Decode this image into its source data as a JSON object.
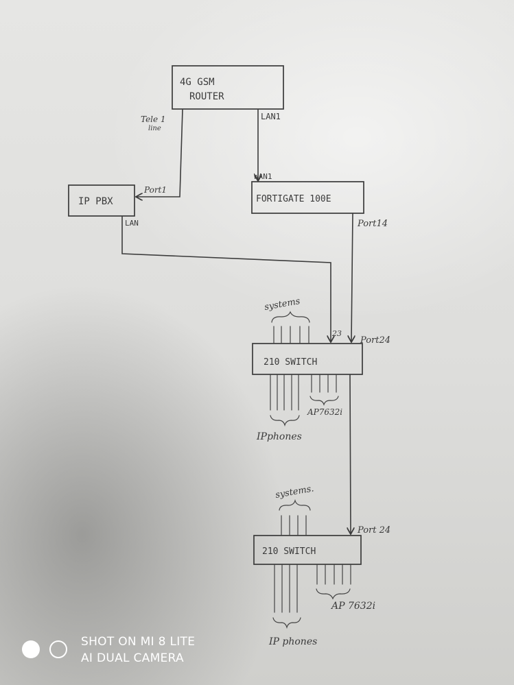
{
  "nodes": {
    "router": {
      "line1": "4G GSM",
      "line2": "ROUTER"
    },
    "pbx": {
      "label": "IP PBX"
    },
    "fortigate": {
      "label": "FORTIGATE 100E"
    },
    "switch1": {
      "label": "210 SWITCH"
    },
    "switch2": {
      "label": "210 SWITCH"
    }
  },
  "ports": {
    "tele_line_1": "Tele 1",
    "tele_line_2": "line",
    "lan1": "LAN1",
    "port1": "Port1",
    "wan1": "WAN1",
    "pbx_lan": "LAN",
    "port14": "Port14",
    "port23": "23",
    "switch1_port24": "Port24",
    "switch2_port24": "Port 24"
  },
  "groups": {
    "switch1_systems": "systems",
    "switch1_ip_phones": "IPphones",
    "switch1_ap": "AP7632i",
    "switch2_systems": "systems.",
    "switch2_ip_phones": "IP phones",
    "switch2_ap": "AP 7632i"
  },
  "watermark": {
    "line1": "SHOT ON MI 8 LITE",
    "line2": "AI DUAL CAMERA"
  }
}
